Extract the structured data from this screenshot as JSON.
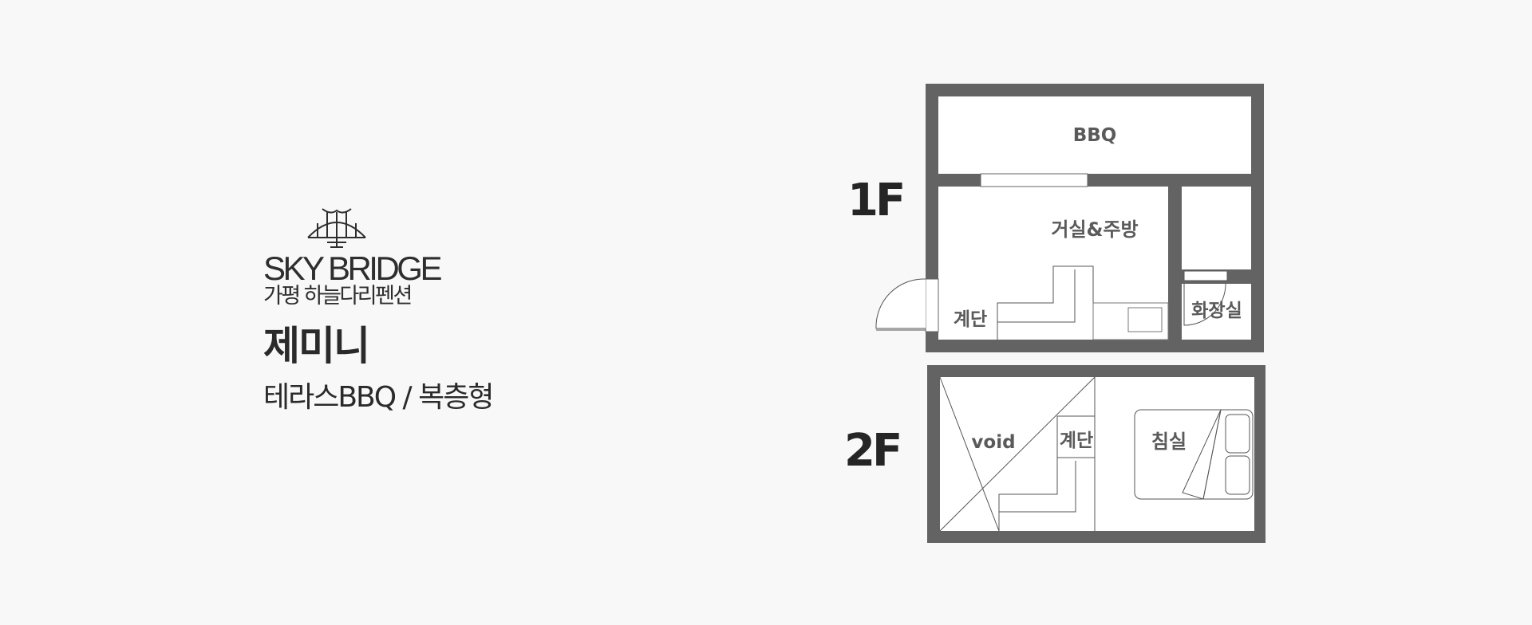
{
  "brand": {
    "name": "SKY BRIDGE",
    "subtitle": "가평 하늘다리펜션"
  },
  "room": {
    "name": "제미니",
    "type": "테라스BBQ / 복층형"
  },
  "floorplan": {
    "floor1": {
      "label": "1F",
      "rooms": {
        "bbq": "BBQ",
        "living_kitchen": "거실&주방",
        "stairs": "계단",
        "bathroom": "화장실"
      }
    },
    "floor2": {
      "label": "2F",
      "rooms": {
        "void": "void",
        "stairs": "계단",
        "bedroom": "침실"
      }
    },
    "colors": {
      "wall": "#636363",
      "line": "#555555",
      "fill": "#ffffff"
    }
  }
}
